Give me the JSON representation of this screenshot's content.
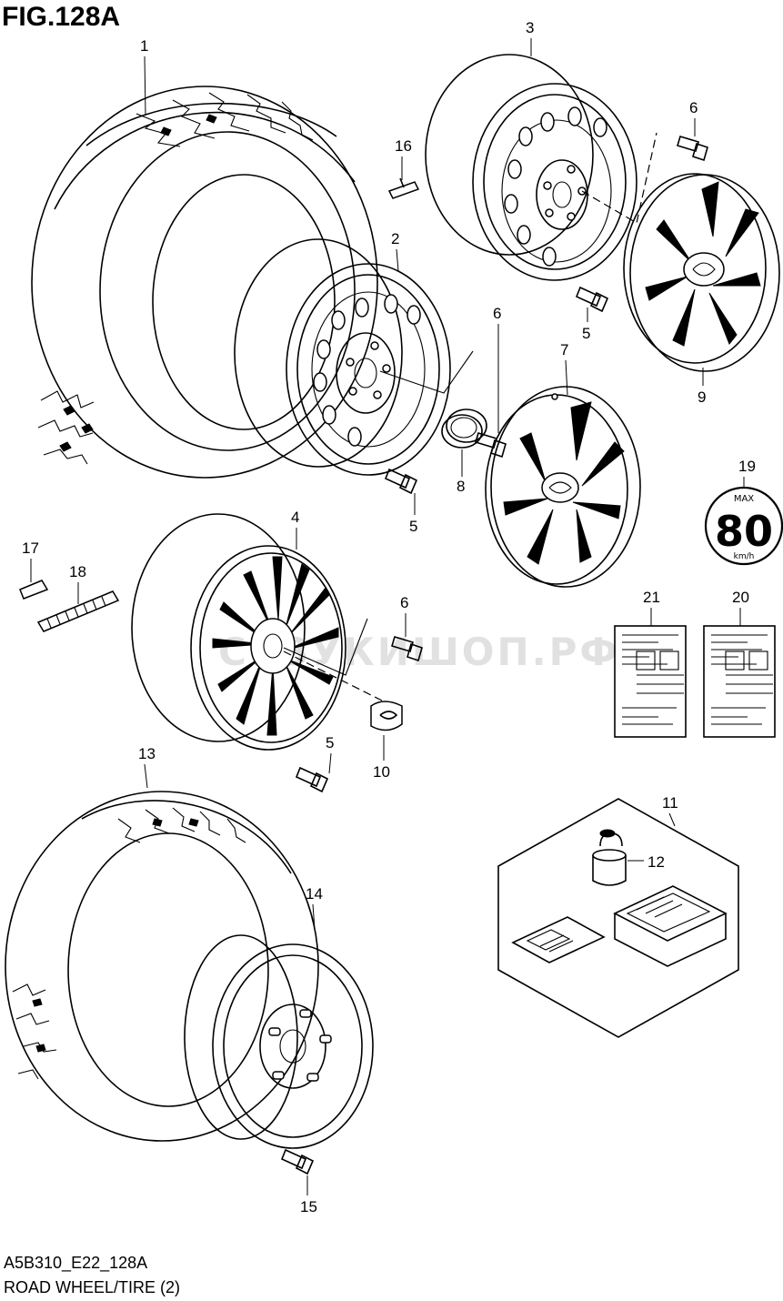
{
  "figure": {
    "title": "FIG.128A",
    "code": "A5B310_E22_128A",
    "name": "ROAD WHEEL/TIRE (2)",
    "watermark": "СУЗУКИШОП.РФ"
  },
  "speed_sign": {
    "top_text": "MAX",
    "value": "80",
    "unit": "km/h"
  },
  "callouts": [
    "1",
    "2",
    "3",
    "4",
    "5",
    "5",
    "5",
    "6",
    "6",
    "6",
    "7",
    "8",
    "9",
    "10",
    "11",
    "12",
    "13",
    "14",
    "15",
    "16",
    "17",
    "18",
    "19",
    "20",
    "21"
  ]
}
